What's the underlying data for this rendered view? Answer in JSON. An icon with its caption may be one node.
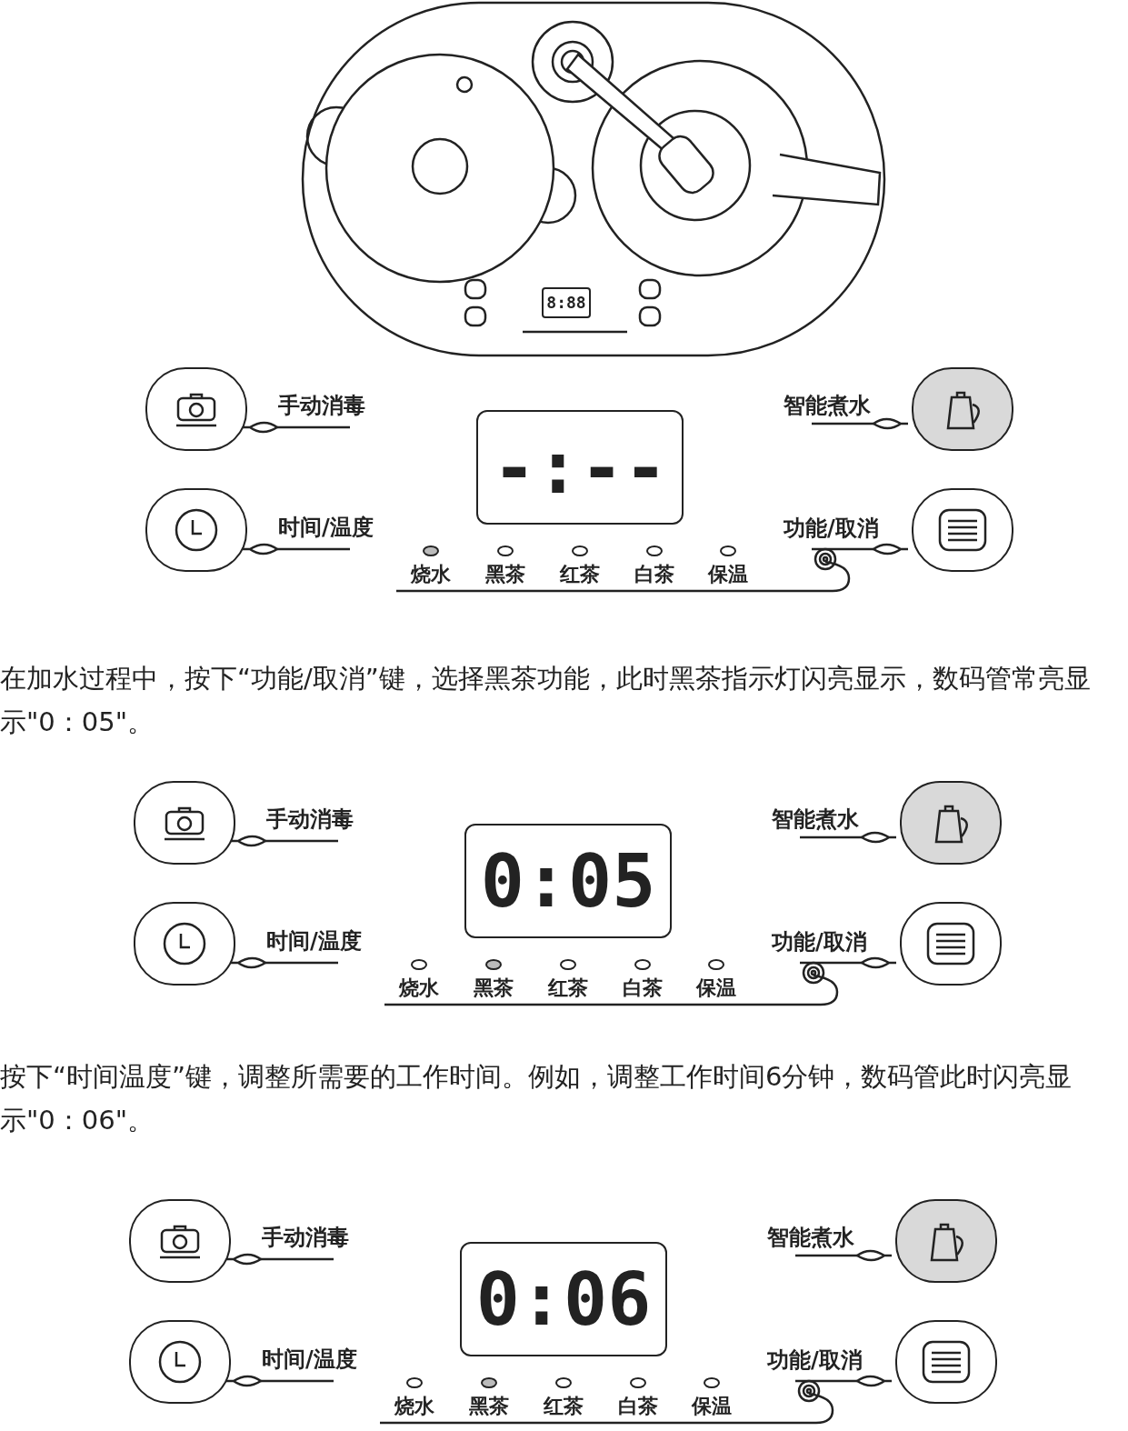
{
  "diagram": {
    "labels": [
      "8:88",
      "手动消毒",
      "智能煮水",
      "-:--",
      "时间/温度",
      "功能/取消",
      "烧水",
      "黑茶",
      "红茶",
      "白茶",
      "保温",
      "在加水过程中，按下“功能/取消”键，选择黑茶功能，此时黑茶指示灯闪亮显示，数码管常亮显示\"0：05\"。",
      "手动消毒",
      "智能煮水",
      "0:05",
      "时间/温度",
      "功能/取消",
      "烧水",
      "黑茶",
      "红茶",
      "白茶",
      "保温",
      "按下“时间温度”键，调整所需要的工作时间。例如，调整工作时间6分钟，数码管此时闪亮显示\"0：06\"。",
      "手动消毒",
      "智能煮水",
      "0:06",
      "时间/温度",
      "功能/取消",
      "烧水",
      "黑茶",
      "红茶",
      "白茶",
      "保温"
    ]
  }
}
